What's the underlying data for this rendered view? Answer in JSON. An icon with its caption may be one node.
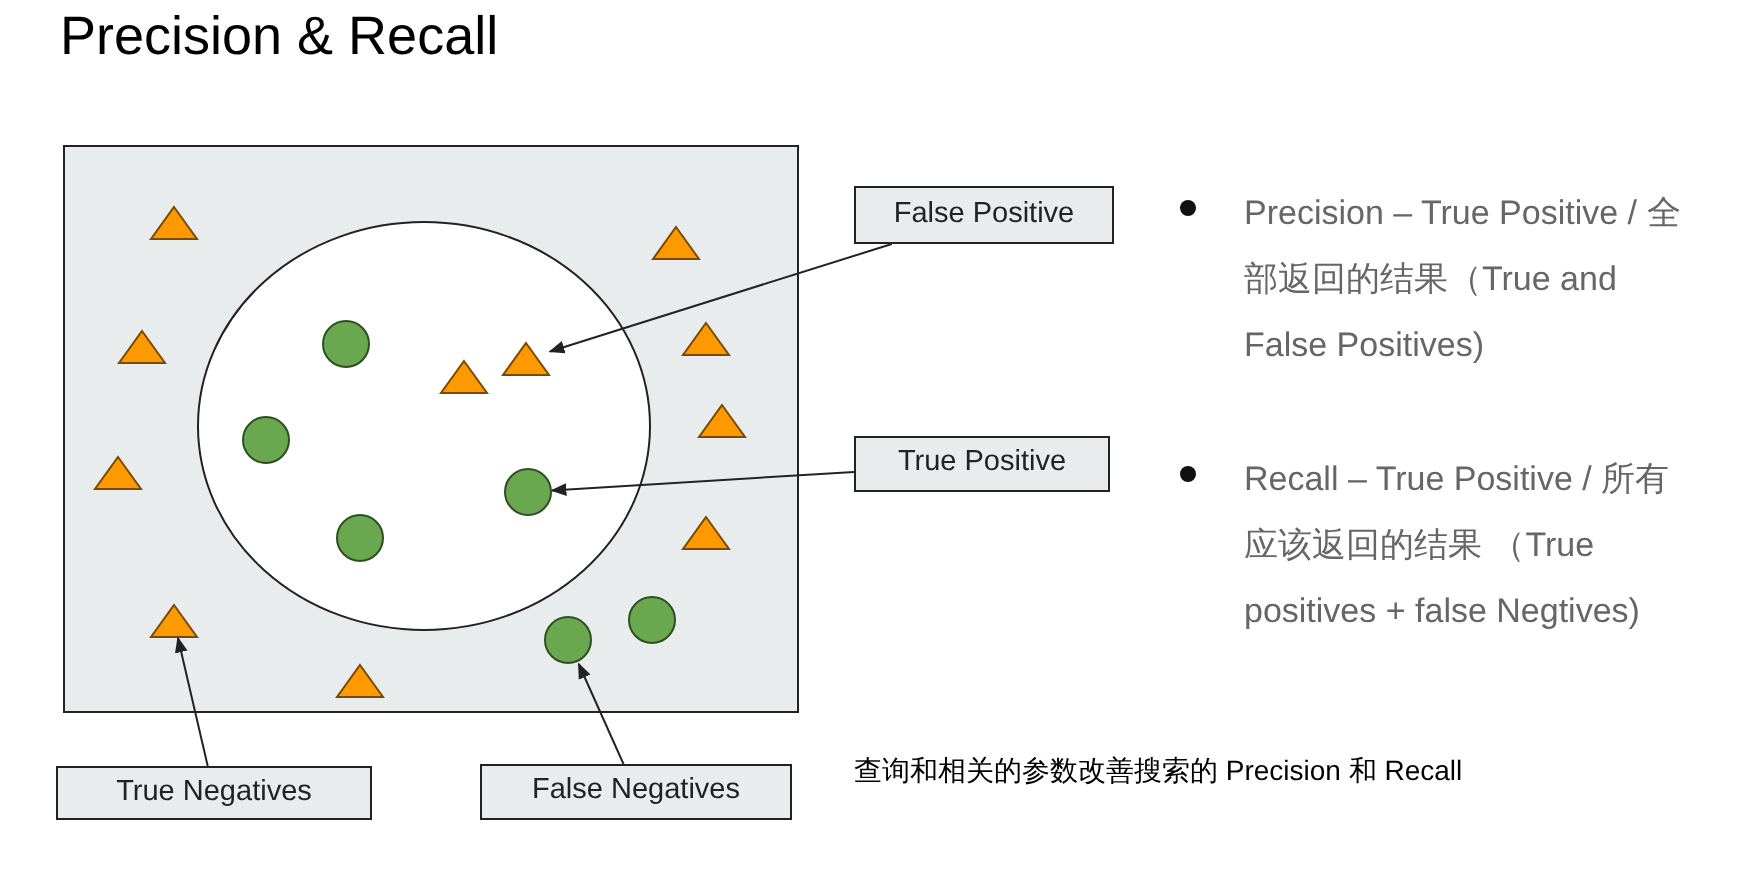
{
  "diagram": {
    "title": "Precision & Recall",
    "nodes": [
      {
        "text": [
          "False Positive"
        ]
      },
      {
        "text": [
          "True Positive"
        ]
      },
      {
        "text": [
          "True Negatives"
        ]
      },
      {
        "text": [
          "False Negatives"
        ]
      },
      {
        "text": [],
        "shape": "triangle"
      },
      {
        "text": [],
        "shape": "triangle"
      },
      {
        "text": [],
        "shape": "triangle"
      },
      {
        "text": [],
        "shape": "circle"
      },
      {
        "text": [],
        "shape": "triangle"
      },
      {
        "text": [],
        "shape": "triangle"
      },
      {
        "text": [],
        "shape": "triangle"
      },
      {
        "text": [],
        "shape": "triangle"
      },
      {
        "text": [],
        "shape": "circle"
      },
      {
        "text": [],
        "shape": "triangle"
      },
      {
        "text": [],
        "shape": "circle"
      },
      {
        "text": [],
        "shape": "triangle"
      },
      {
        "text": [],
        "shape": "circle"
      },
      {
        "text": [],
        "shape": "triangle"
      },
      {
        "text": [],
        "shape": "circle"
      },
      {
        "text": [],
        "shape": "circle"
      },
      {
        "text": [],
        "shape": "triangle"
      }
    ],
    "edges": [
      {
        "from": 0,
        "to": 9,
        "arrow": "to"
      },
      {
        "from": 1,
        "to": 14,
        "arrow": "to"
      },
      {
        "from": 2,
        "to": 17,
        "arrow": "to"
      },
      {
        "from": 3,
        "to": 19,
        "arrow": "to"
      }
    ],
    "labels": [
      "Precision – True Positive / 全部返回的结果（True and False Positives)",
      "Recall – True Positive / 所有应该返回的结果 （True positives + false Negtives)",
      "查询和相关的参数改善搜索的 Precision 和 Recall"
    ]
  }
}
